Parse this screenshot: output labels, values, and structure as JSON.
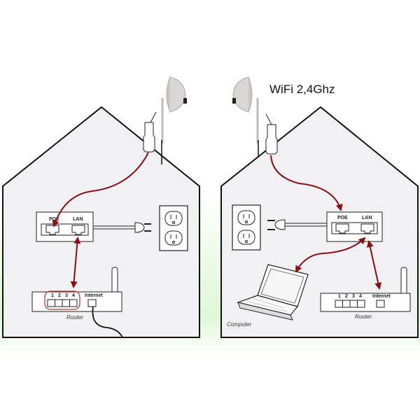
{
  "title": "WiFi 2,4Ghz",
  "colors": {
    "cable": "#8b0f12",
    "house_fill": "#f1f1f3",
    "background_green": "#dff7d6"
  },
  "left_house": {
    "poe_label": "POE",
    "lan_label": "LAN",
    "router_ports": [
      "1",
      "2",
      "3",
      "4"
    ],
    "internet_label": "Internet",
    "router_label": "Router"
  },
  "right_house": {
    "poe_label": "POE",
    "lan_label": "LAN",
    "router_ports": [
      "1",
      "2",
      "3",
      "4"
    ],
    "internet_label": "Internet",
    "router_label": "Router",
    "computer_label": "Computer"
  }
}
